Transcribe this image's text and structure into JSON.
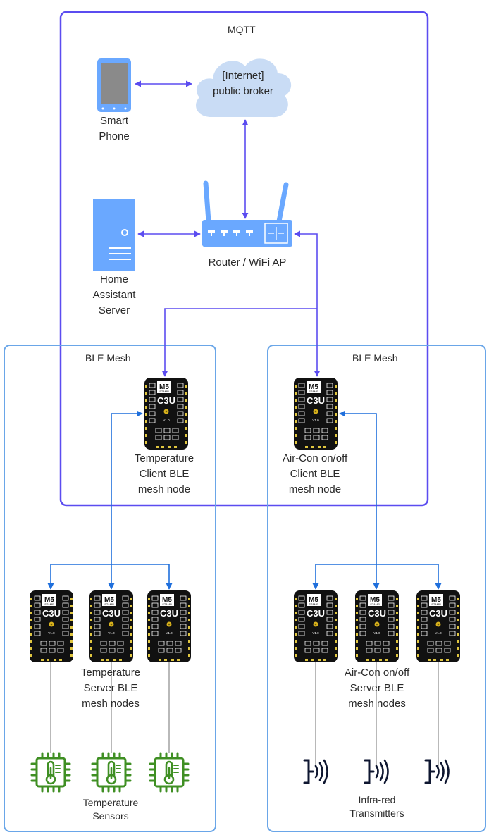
{
  "colors": {
    "mqtt_border": "#5b4cf0",
    "ble_border": "#6aa6e8",
    "arrow_mqtt": "#5b4cf0",
    "arrow_ble": "#1f6fdc",
    "cloud_fill": "#c9dcf5",
    "device_blue": "#6aa8ff",
    "sensor_green": "#3f8f23",
    "ir_dark": "#0e1630",
    "board_black": "#111111",
    "board_pin": "#e0c640"
  },
  "regions": {
    "mqtt_title": "MQTT",
    "ble_left_title": "BLE Mesh",
    "ble_right_title": "BLE Mesh"
  },
  "nodes": {
    "phone": {
      "label": "Smart\nPhone",
      "icon": "smartphone-icon"
    },
    "cloud": {
      "label": "[Internet]\npublic broker",
      "icon": "cloud-icon"
    },
    "router": {
      "label": "Router / WiFi AP",
      "icon": "router-icon"
    },
    "server": {
      "label": "Home\nAssistant\nServer",
      "icon": "server-icon"
    },
    "temp_client": {
      "label": "Temperature\nClient BLE\nmesh node",
      "icon": "m5stamp-c3u-board-icon"
    },
    "ac_client": {
      "label": "Air-Con on/off\nClient BLE\nmesh node",
      "icon": "m5stamp-c3u-board-icon"
    },
    "temp_servers": {
      "label": "Temperature\nServer BLE\nmesh nodes",
      "count": 3,
      "icon": "m5stamp-c3u-board-icon"
    },
    "ac_servers": {
      "label": "Air-Con on/off\nServer BLE\nmesh nodes",
      "count": 3,
      "icon": "m5stamp-c3u-board-icon"
    },
    "sensors": {
      "label": "Temperature\nSensors",
      "count": 3,
      "icon": "temperature-sensor-chip-icon"
    },
    "ir": {
      "label": "Infra-red\nTransmitters",
      "count": 3,
      "icon": "infrared-transmitter-icon"
    }
  },
  "board": {
    "brand": "M5",
    "sub": "STAMP",
    "model": "C3U",
    "version": "V1.0"
  }
}
